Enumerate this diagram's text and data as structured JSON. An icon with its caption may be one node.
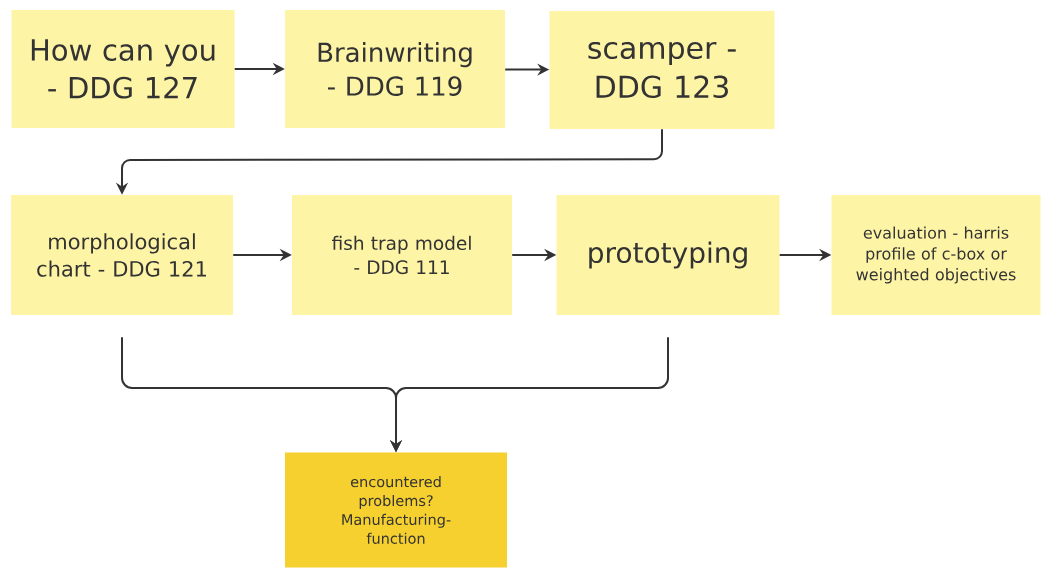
{
  "diagram": {
    "nodes": [
      {
        "text": [
          "How can you - DDG 127"
        ]
      },
      {
        "text": [
          "Brainwriting - DDG 119"
        ]
      },
      {
        "text": [
          "scamper - DDG 123"
        ]
      },
      {
        "text": [
          "morphological chart - DDG 121"
        ]
      },
      {
        "text": [
          "fish trap model - DDG 111"
        ]
      },
      {
        "text": [
          "prototyping"
        ]
      },
      {
        "text": [
          "evaluation - harris profile of c-box or weighted objectives"
        ]
      },
      {
        "text": [
          "encountered problems? Manufacturing-function"
        ]
      }
    ],
    "edges": [
      {
        "from": 0,
        "to": 1,
        "arrow": "to"
      },
      {
        "from": 1,
        "to": 2,
        "arrow": "to"
      },
      {
        "from": 2,
        "to": 3,
        "arrow": "to"
      },
      {
        "from": 3,
        "to": 4,
        "arrow": "to"
      },
      {
        "from": 4,
        "to": 5,
        "arrow": "to"
      },
      {
        "from": 5,
        "to": 6,
        "arrow": "to"
      },
      {
        "from": 3,
        "to": 7,
        "arrow": "to"
      },
      {
        "from": 5,
        "to": 7,
        "arrow": "to"
      }
    ]
  }
}
